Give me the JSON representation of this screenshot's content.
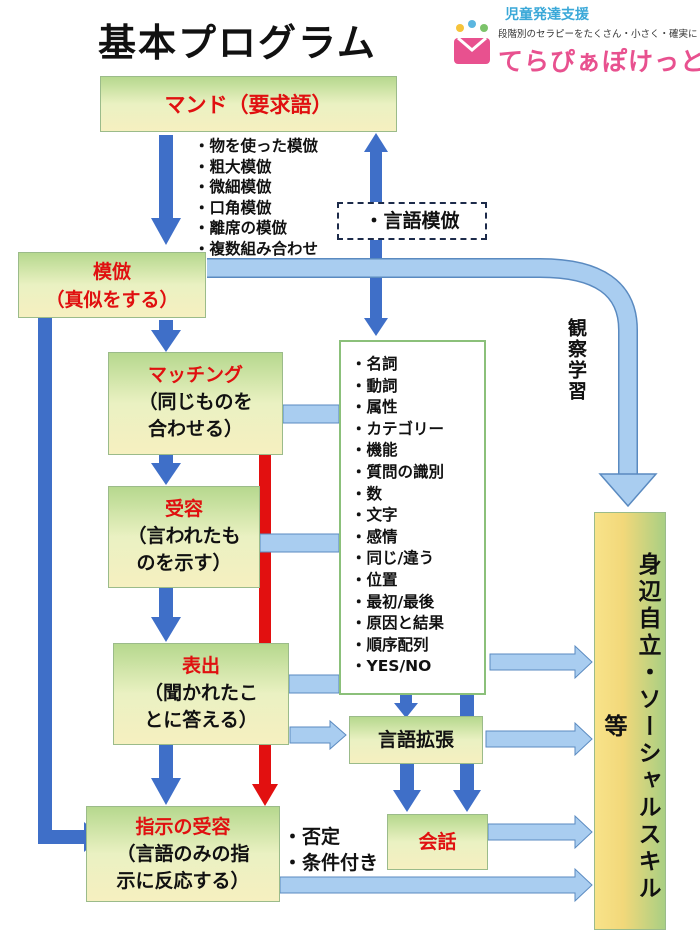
{
  "title": "基本プログラム",
  "logo": {
    "top": "児童発達支援",
    "subtitle": "段階別のセラピーをたくさん・小さく・確実に",
    "name": "てらぴぁぽけっと"
  },
  "boxes": {
    "mand": "マンド（要求語）",
    "imitation_title": "模倣",
    "imitation_sub": "（真似をする）",
    "matching_title": "マッチング",
    "matching_sub1": "（同じものを",
    "matching_sub2": "合わせる）",
    "receptive_title": "受容",
    "receptive_sub1": "（言われたも",
    "receptive_sub2": "のを示す）",
    "expressive_title": "表出",
    "expressive_sub1": "（聞かれたこ",
    "expressive_sub2": "とに答える）",
    "instruction_title": "指示の受容",
    "instruction_sub1": "（言語のみの指",
    "instruction_sub2": "示に反応する）",
    "language_expansion": "言語拡張",
    "conversation": "会話",
    "verbal_imitation": "・言語模倣",
    "observational_learning": "観察学習",
    "self_help_social": "身辺自立・ソーシャルスキル　等"
  },
  "imitation_types": [
    "・物を使った模倣",
    "・粗大模倣",
    "・微細模倣",
    "・口角模倣",
    "・離席の模倣",
    "・複数組み合わせ"
  ],
  "concept_list": [
    "・名詞",
    "・動詞",
    "・属性",
    "・カテゴリー",
    "・機能",
    "・質問の識別",
    "・数",
    "・文字",
    "・感情",
    "・同じ/違う",
    "・位置",
    "・最初/最後",
    "・原因と結果",
    "・順序配列",
    "・YES/NO"
  ],
  "instruction_notes": [
    "・否定",
    "・条件付き"
  ],
  "colors": {
    "blue_arrow": "#3f6fc8",
    "light_blue_arrow": "#a9cdf0",
    "red_arrow": "#e21010",
    "box_green": "#b6d88e",
    "box_yellow": "#f6f0c0",
    "skill_yellow": "#f8e38a",
    "title_red": "#e01010"
  }
}
